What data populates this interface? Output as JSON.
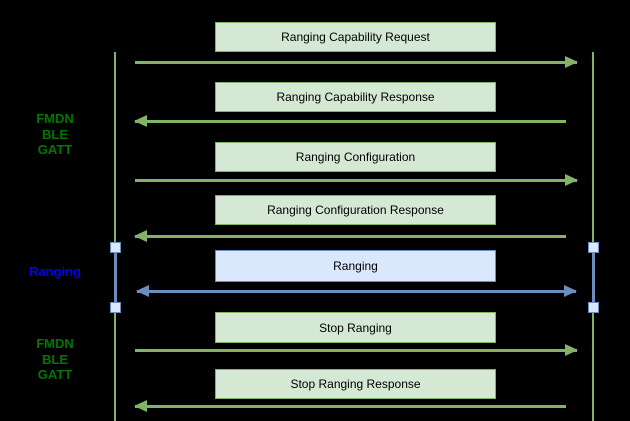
{
  "diagram": {
    "type": "sequence-diagram",
    "background": "#000000",
    "colors": {
      "green_fill": "#d5e8d4",
      "green_stroke": "#82b366",
      "blue_fill": "#dae8fc",
      "blue_stroke": "#6c8ebf",
      "side_label_green": "#007700",
      "side_label_blue": "#0000f2",
      "box_text": "#000000"
    },
    "side_labels": [
      {
        "id": "fmdn-ble-gatt-top",
        "lines": [
          "FMDN",
          "BLE",
          "GATT"
        ],
        "color": "#007700"
      },
      {
        "id": "ranging-phase",
        "lines": [
          "Ranging"
        ],
        "color": "#0000f2"
      },
      {
        "id": "fmdn-ble-gatt-bottom",
        "lines": [
          "FMDN",
          "BLE",
          "GATT"
        ],
        "color": "#007700"
      }
    ],
    "messages": [
      {
        "label": "Ranging Capability Request",
        "direction": "right",
        "style": "green"
      },
      {
        "label": "Ranging Capability Response",
        "direction": "left",
        "style": "green"
      },
      {
        "label": "Ranging Configuration",
        "direction": "right",
        "style": "green"
      },
      {
        "label": "Ranging Configuration Response",
        "direction": "left",
        "style": "green"
      },
      {
        "label": "Ranging",
        "direction": "both",
        "style": "blue"
      },
      {
        "label": "Stop Ranging",
        "direction": "right",
        "style": "green"
      },
      {
        "label": "Stop Ranging Response",
        "direction": "left",
        "style": "green"
      }
    ]
  }
}
